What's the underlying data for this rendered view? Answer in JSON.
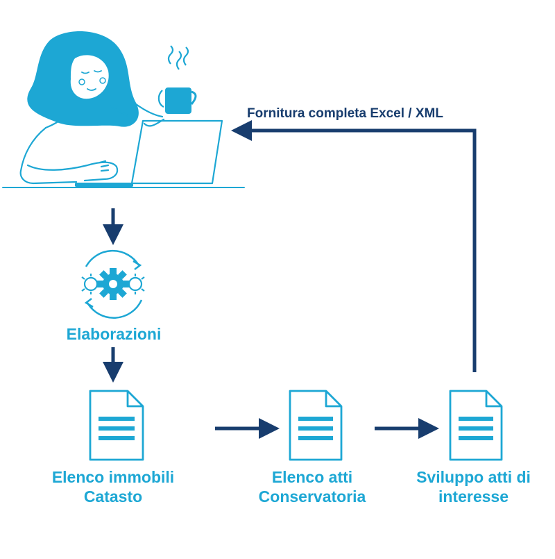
{
  "colors": {
    "accent_cyan": "#1da7d4",
    "arrow_navy": "#183d6e",
    "background": "#ffffff"
  },
  "flow": {
    "output_label": "Fornitura completa Excel / XML",
    "processing_label": "Elaborazioni",
    "documents": [
      {
        "line1": "Elenco immobili",
        "line2": "Catasto",
        "icon": "document-icon"
      },
      {
        "line1": "Elenco atti",
        "line2": "Conservatoria",
        "icon": "document-icon"
      },
      {
        "line1": "Sviluppo atti di",
        "line2": "interesse",
        "icon": "document-icon"
      }
    ]
  },
  "icons": {
    "person": "woman-at-laptop-illustration",
    "processing": "gears-cycle-icon",
    "cup": "coffee-cup-icon"
  }
}
